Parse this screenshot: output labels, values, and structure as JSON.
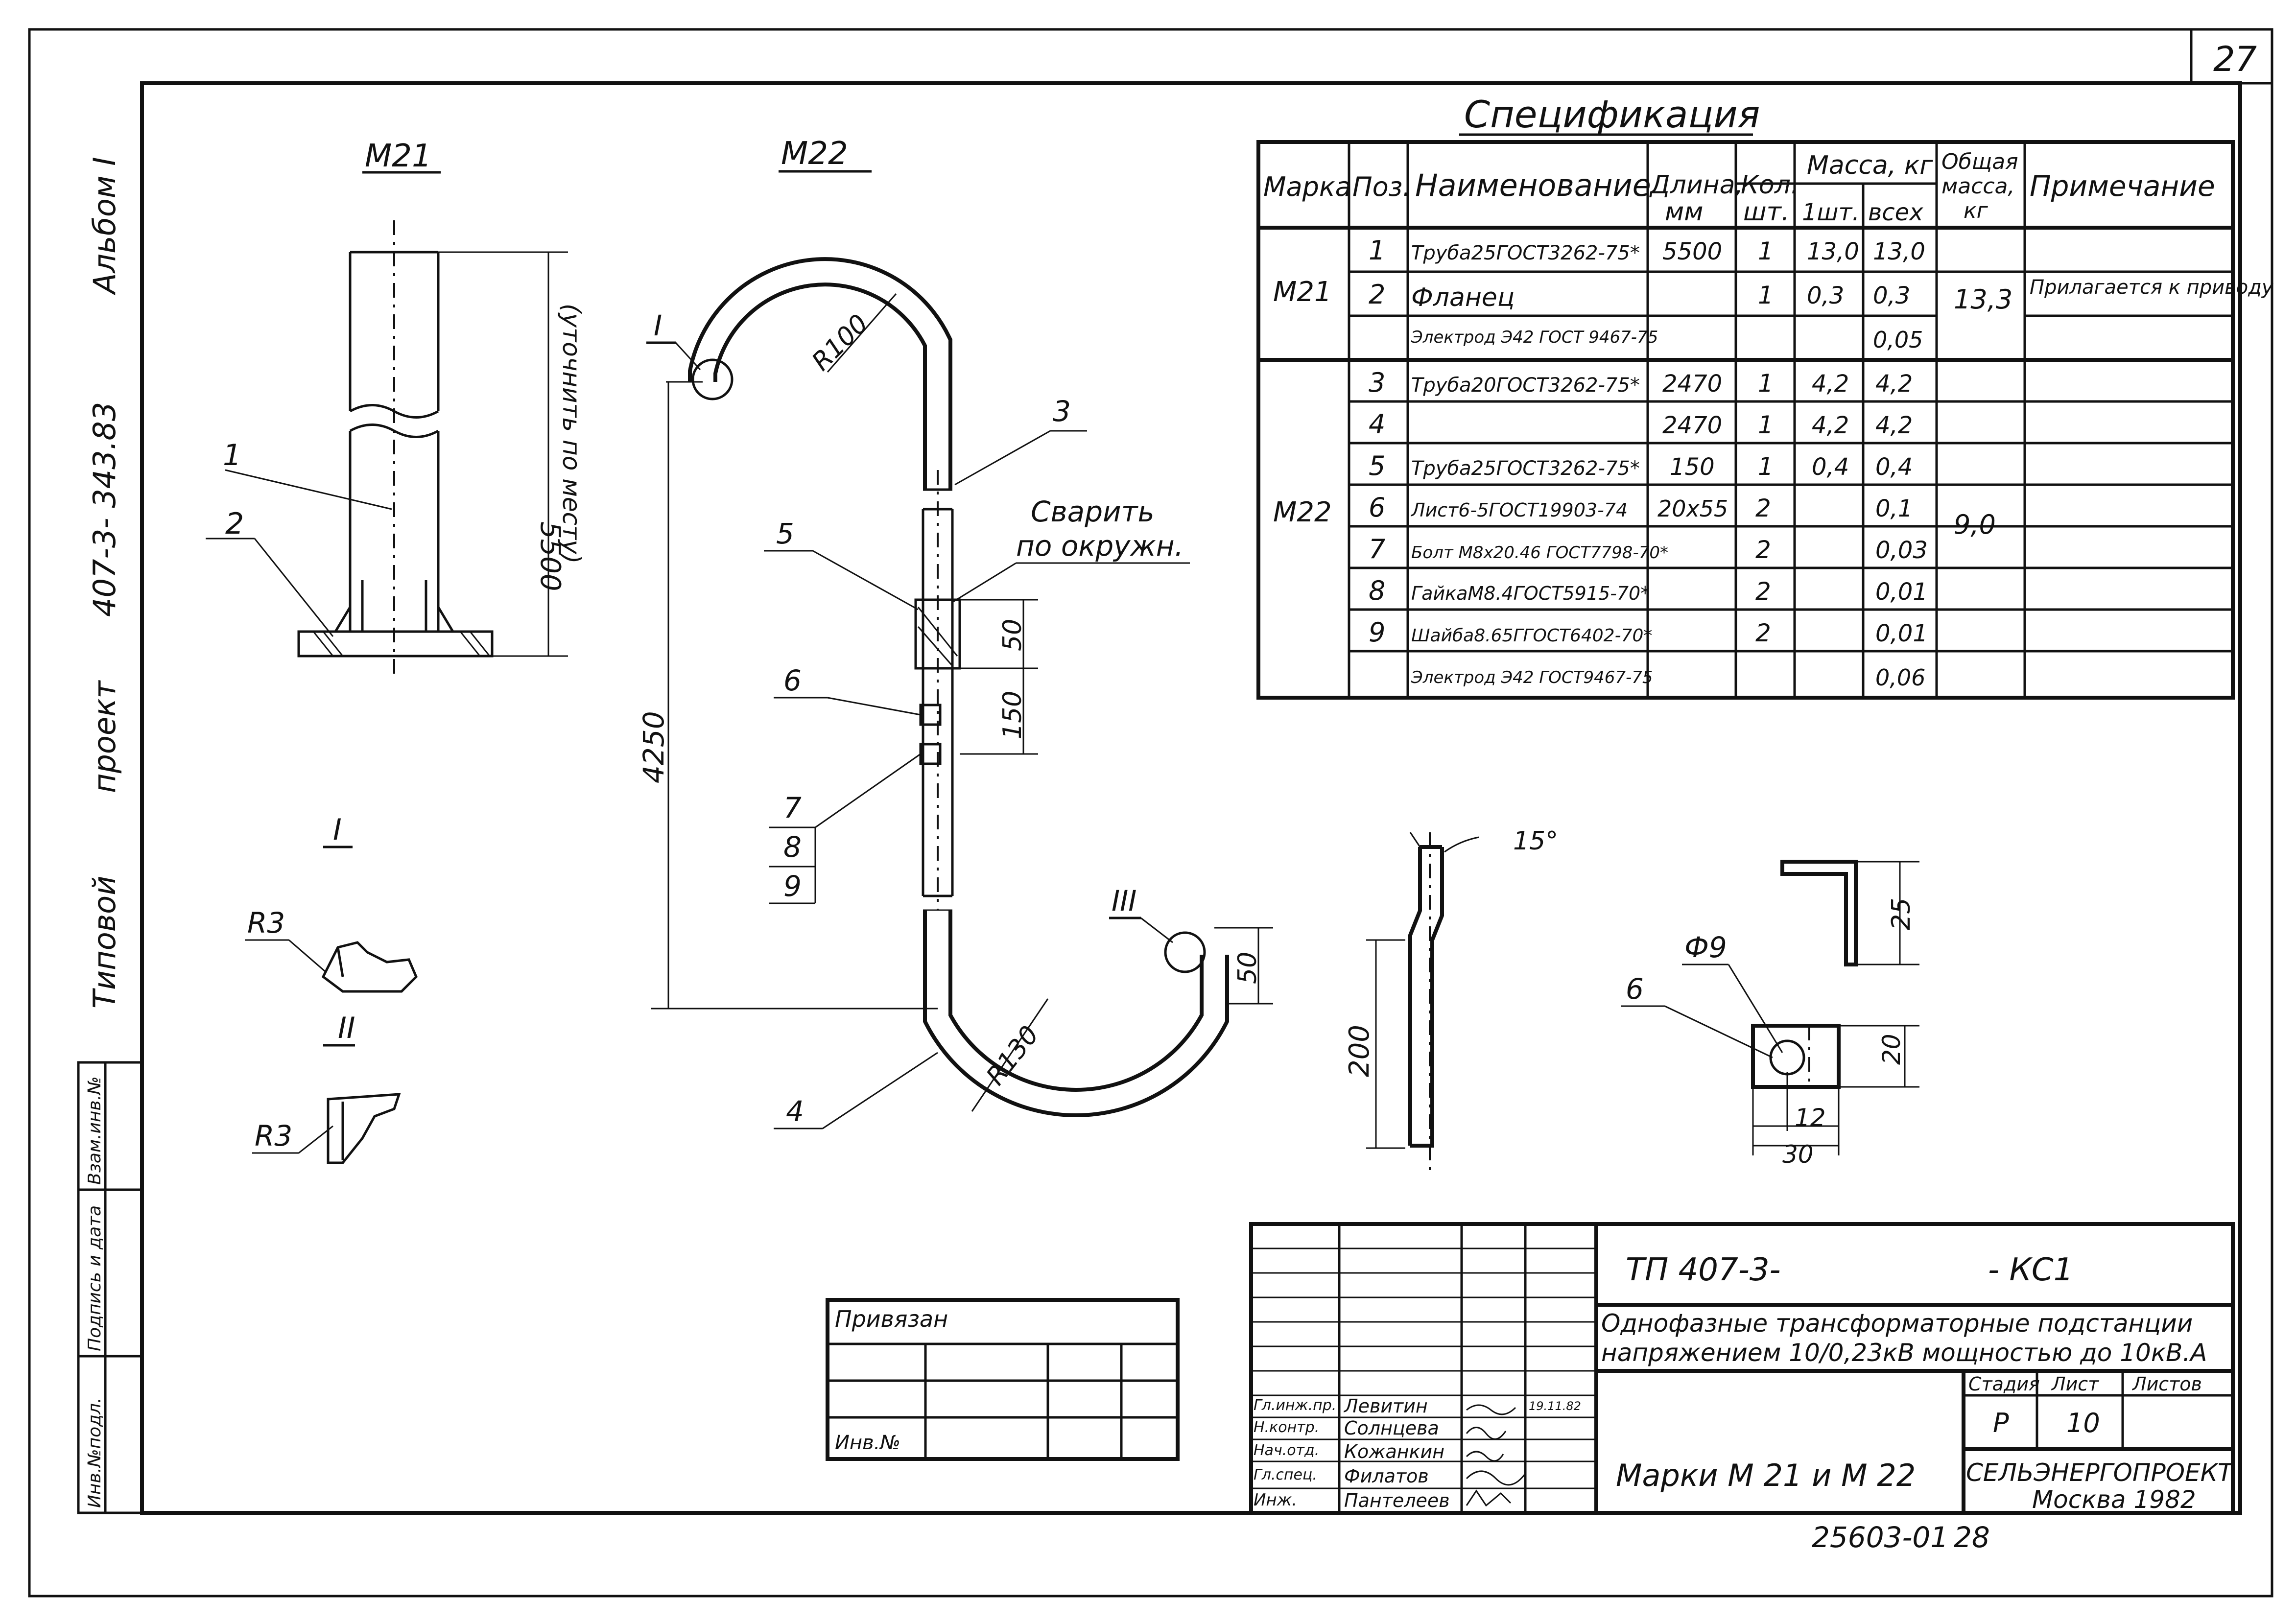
{
  "sheet_number": "27",
  "side_stamp": {
    "album": "Альбом I",
    "project_code": "407-3- 343.83",
    "project_word": "проект",
    "project_type": "Типовой",
    "inv_podl": "Инв.№подл.",
    "podpis": "Подпись и дата",
    "vzam": "Взам.инв.№"
  },
  "views": {
    "m21_title": "М21",
    "m22_title": "М22",
    "detail_I": "I",
    "detail_II": "II",
    "detail_III": "III",
    "r3_a": "R3",
    "r3_b": "R3",
    "dim_5500": "5500",
    "dim_5500_note": "(уточнить по месту)",
    "dim_4250": "4250",
    "r100": "R100",
    "r130": "R130",
    "dim_50_top": "50",
    "dim_150": "150",
    "dim_50_bottom": "50",
    "weld_note_1": "Сварить",
    "weld_note_2": "по окружн.",
    "dim_15deg": "15°",
    "dim_200": "200",
    "phi9": "Ф9",
    "dim_25": "25",
    "dim_20": "20",
    "dim_12": "12",
    "dim_30": "30",
    "pos": [
      "1",
      "2",
      "3",
      "4",
      "5",
      "6",
      "7",
      "8",
      "9",
      "6"
    ]
  },
  "spec": {
    "title": "Спецификация",
    "headers": {
      "marka": "Марка",
      "poz": "Поз.",
      "name": "Наименование",
      "length_1": "Длина,",
      "length_2": "мм",
      "qty_1": "Кол.",
      "qty_2": "шт.",
      "mass": "Масса, кг",
      "mass_one": "1шт.",
      "mass_all": "всех",
      "total_1": "Общая",
      "total_2": "масса,",
      "total_3": "кг",
      "note": "Примечание"
    },
    "rows": [
      {
        "poz": "1",
        "name": "Труба25ГОСТ3262-75*",
        "length": "5500",
        "qty": "1",
        "m1": "13,0",
        "mall": "13,0"
      },
      {
        "poz": "2",
        "name": "Фланец",
        "length": "",
        "qty": "1",
        "m1": "0,3",
        "mall": "0,3"
      },
      {
        "poz": "",
        "name": "Электрод Э42 ГОСТ 9467-75",
        "length": "",
        "qty": "",
        "m1": "",
        "mall": "0,05"
      },
      {
        "poz": "3",
        "name": "Труба20ГОСТ3262-75*",
        "length": "2470",
        "qty": "1",
        "m1": "4,2",
        "mall": "4,2"
      },
      {
        "poz": "4",
        "name": "",
        "length": "2470",
        "qty": "1",
        "m1": "4,2",
        "mall": "4,2"
      },
      {
        "poz": "5",
        "name": "Труба25ГОСТ3262-75*",
        "length": "150",
        "qty": "1",
        "m1": "0,4",
        "mall": "0,4"
      },
      {
        "poz": "6",
        "name": "Лист6-5ГОСТ19903-74",
        "length": "20х55",
        "qty": "2",
        "m1": "",
        "mall": "0,1"
      },
      {
        "poz": "7",
        "name": "Болт М8х20.46 ГОСТ7798-70*",
        "length": "",
        "qty": "2",
        "m1": "",
        "mall": "0,03"
      },
      {
        "poz": "8",
        "name": "ГайкаМ8.4ГОСТ5915-70*",
        "length": "",
        "qty": "2",
        "m1": "",
        "mall": "0,01"
      },
      {
        "poz": "9",
        "name": "Шайба8.65ГГОСТ6402-70*",
        "length": "",
        "qty": "2",
        "m1": "",
        "mall": "0,01"
      },
      {
        "poz": "",
        "name": "Электрод Э42 ГОСТ9467-75",
        "length": "",
        "qty": "",
        "m1": "",
        "mall": "0,06"
      }
    ],
    "marka_m21": "М21",
    "marka_m22": "М22",
    "total_m21": "13,3",
    "total_m22": "9,0",
    "note_m21": "Прилагается к приводу"
  },
  "privyazan": {
    "label": "Привязан",
    "inv": "Инв.№"
  },
  "title_block": {
    "code": "ТП 407-3-",
    "code_suffix": "- КС1",
    "title_1": "Однофазные трансформаторные подстанции",
    "title_2": "напряжением 10/0,23кВ мощностью до 10кВ.А",
    "stadia_h": "Стадия",
    "list_h": "Лист",
    "listov_h": "Листов",
    "stadia": "Р",
    "list": "10",
    "sheet_name": "Марки М 21 и М 22",
    "org": "СЕЛЬЭНЕРГОПРОЕКТ",
    "city": "Москва 1982",
    "roles": [
      {
        "role": "Гл.инж.пр.",
        "name": "Левитин",
        "date": "19.11.82"
      },
      {
        "role": "Н.контр.",
        "name": "Солнцева",
        "date": ""
      },
      {
        "role": "Нач.отд.",
        "name": "Кожанкин",
        "date": ""
      },
      {
        "role": "Гл.спец.",
        "name": "Филатов",
        "date": ""
      },
      {
        "role": "Инж.",
        "name": "Пантелеев",
        "date": ""
      }
    ]
  },
  "archive_number": "25603-01",
  "archive_page": "28"
}
